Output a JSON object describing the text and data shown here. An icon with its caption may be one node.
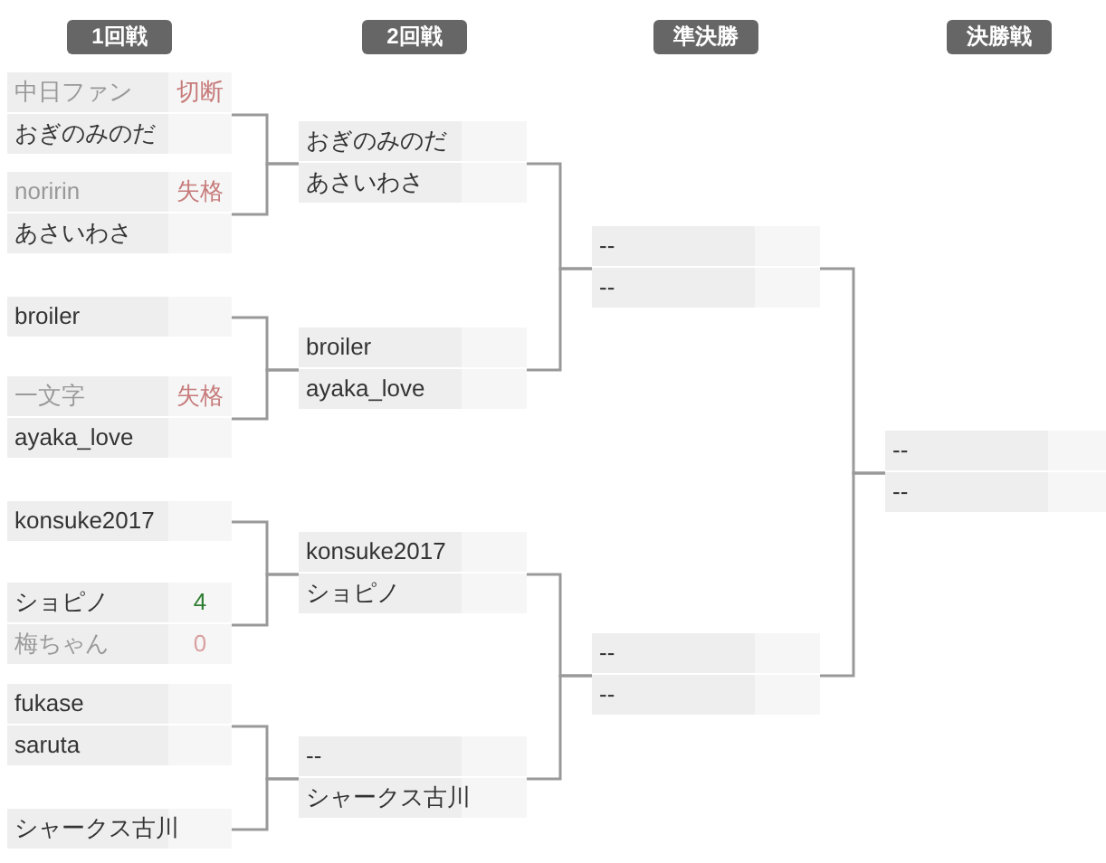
{
  "diagram": {
    "nodes": [
      {
        "text": [],
        "shape": "box"
      },
      {
        "text": [
          "中日ファン",
          "切断"
        ],
        "in": 0
      },
      {
        "text": [
          "おぎのみのだ"
        ],
        "in": 0
      },
      {
        "text": [],
        "shape": "box"
      },
      {
        "text": [
          "noririn",
          "失格"
        ],
        "in": 3
      },
      {
        "text": [
          "あさいわさ"
        ],
        "in": 3
      },
      {
        "text": [],
        "shape": "box"
      },
      {
        "text": [
          "broiler"
        ],
        "in": 6
      },
      {
        "text": [],
        "shape": "box"
      },
      {
        "text": [
          "一文字",
          "失格"
        ],
        "in": 8
      },
      {
        "text": [
          "ayaka_love"
        ],
        "in": 8
      },
      {
        "text": [],
        "shape": "box"
      },
      {
        "text": [
          "konsuke2017"
        ],
        "in": 11
      },
      {
        "text": [],
        "shape": "box"
      },
      {
        "text": [
          "ショピノ",
          "4"
        ],
        "in": 13
      },
      {
        "text": [
          "梅ちゃん",
          "0"
        ],
        "in": 13
      },
      {
        "text": [],
        "shape": "box"
      },
      {
        "text": [
          "fukase"
        ],
        "in": 16
      },
      {
        "text": [
          "saruta"
        ],
        "in": 16
      },
      {
        "text": [],
        "shape": "box"
      },
      {
        "text": [
          "シャークス古川"
        ],
        "in": 19
      },
      {
        "text": [],
        "shape": "box"
      },
      {
        "text": [
          "おぎのみのだ"
        ],
        "in": 21
      },
      {
        "text": [
          "あさいわさ"
        ],
        "in": 21
      },
      {
        "text": [],
        "shape": "box"
      },
      {
        "text": [
          "broiler"
        ],
        "in": 24
      },
      {
        "text": [
          "ayaka_love"
        ],
        "in": 24
      },
      {
        "text": [],
        "shape": "box"
      },
      {
        "text": [
          "konsuke2017"
        ],
        "in": 27
      },
      {
        "text": [
          "ショピノ"
        ],
        "in": 27
      },
      {
        "text": [],
        "shape": "box"
      },
      {
        "text": [
          "--"
        ],
        "in": 30
      },
      {
        "text": [
          "シャークス古川"
        ],
        "in": 30
      },
      {
        "text": [],
        "shape": "box"
      },
      {
        "text": [
          "--"
        ],
        "in": 33
      },
      {
        "text": [
          "--"
        ],
        "in": 33
      },
      {
        "text": [],
        "shape": "box"
      },
      {
        "text": [
          "--"
        ],
        "in": 36
      },
      {
        "text": [
          "--"
        ],
        "in": 36
      },
      {
        "text": [],
        "shape": "box"
      },
      {
        "text": [
          "--"
        ],
        "in": 39
      },
      {
        "text": [
          "--"
        ],
        "in": 39
      }
    ],
    "edges": [
      {
        "from": 0,
        "to": 21,
        "arrow": "none"
      },
      {
        "from": 3,
        "to": 21,
        "arrow": "none"
      },
      {
        "from": 6,
        "to": 24,
        "arrow": "none"
      },
      {
        "from": 8,
        "to": 24,
        "arrow": "none"
      },
      {
        "from": 11,
        "to": 27,
        "arrow": "none"
      },
      {
        "from": 13,
        "to": 27,
        "arrow": "none"
      },
      {
        "from": 16,
        "to": 30,
        "arrow": "none"
      },
      {
        "from": 19,
        "to": 30,
        "arrow": "none"
      },
      {
        "from": 21,
        "to": 33,
        "arrow": "none"
      },
      {
        "from": 24,
        "to": 33,
        "arrow": "none"
      },
      {
        "from": 27,
        "to": 36,
        "arrow": "none"
      },
      {
        "from": 30,
        "to": 36,
        "arrow": "none"
      },
      {
        "from": 33,
        "to": 39,
        "arrow": "none"
      },
      {
        "from": 36,
        "to": 39,
        "arrow": "none"
      }
    ],
    "labels": [
      "1回戦",
      "2回戦",
      "準決勝",
      "決勝戦"
    ]
  }
}
